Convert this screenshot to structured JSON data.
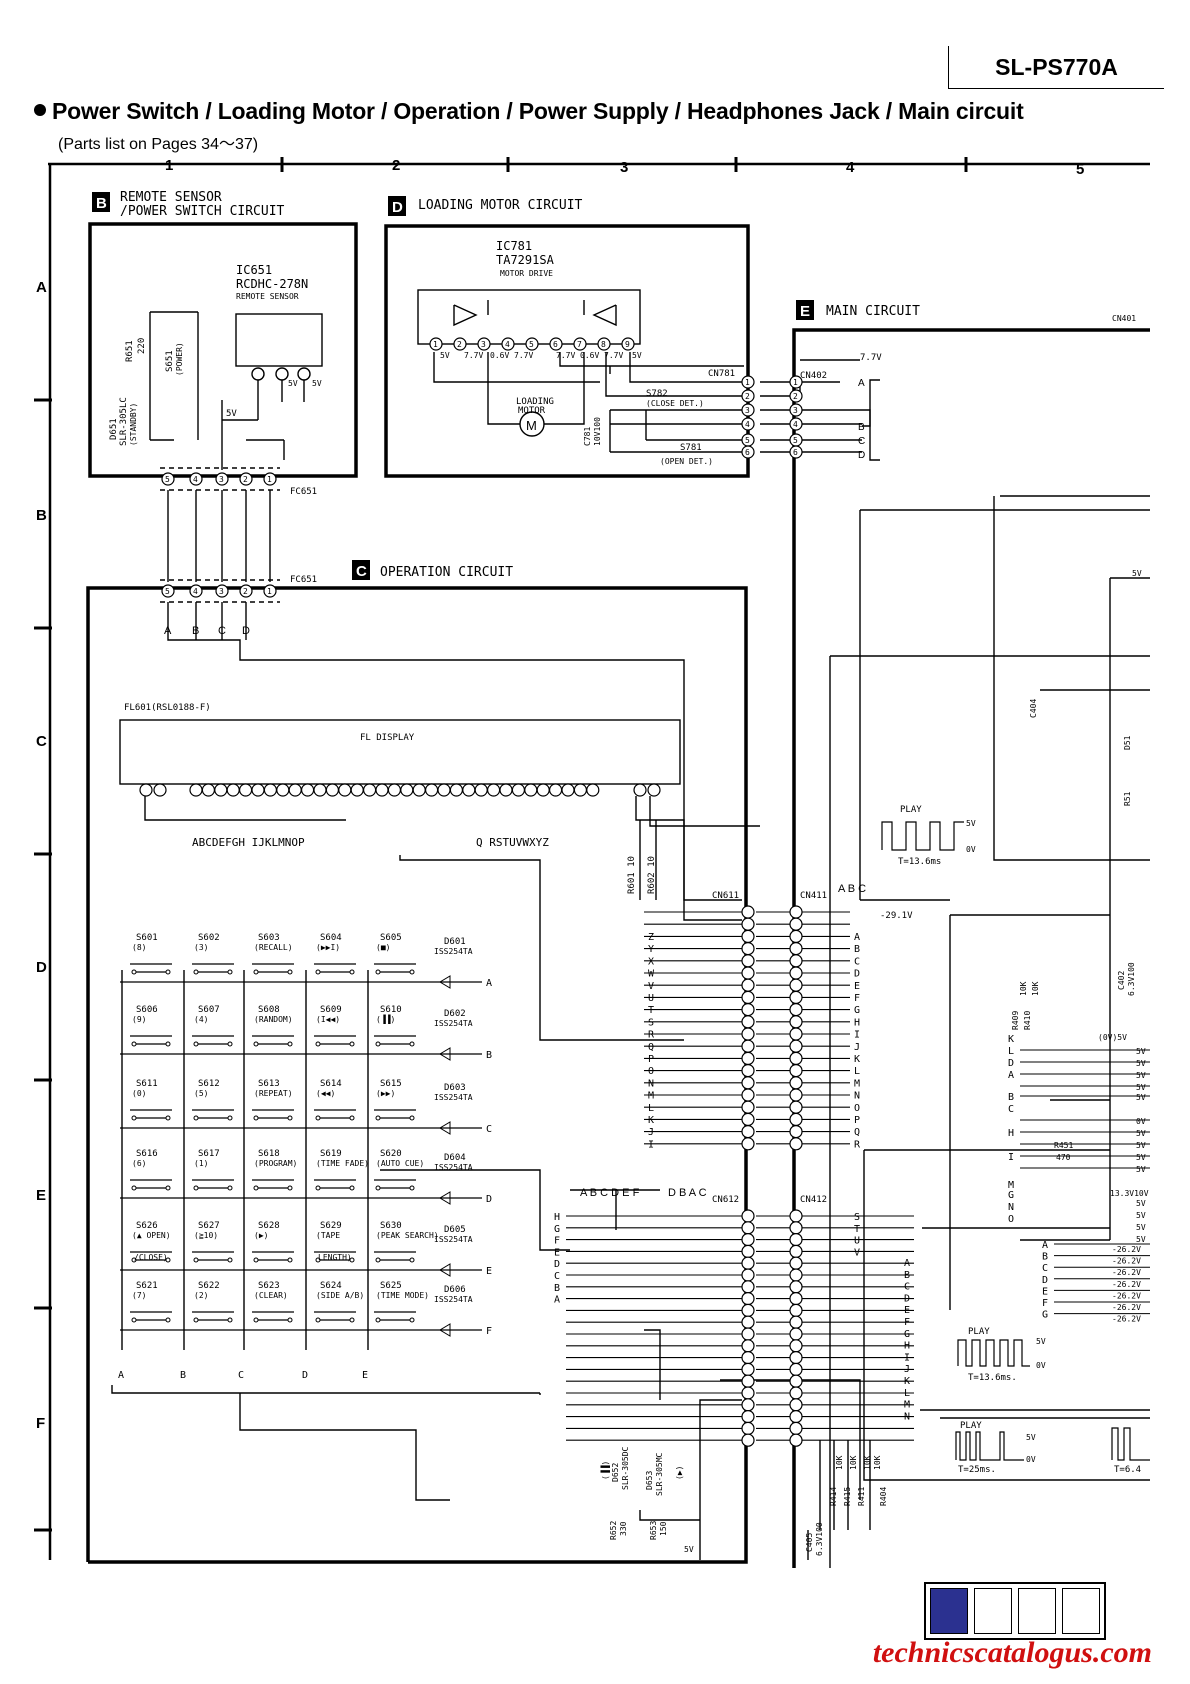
{
  "header": {
    "model": "SL-PS770A"
  },
  "title": "Power Switch / Loading Motor / Operation / Power Supply / Headphones Jack / Main circuit",
  "subtitle": "(Parts list on Pages 34～37)",
  "grid": {
    "columns": [
      "1",
      "2",
      "3",
      "4",
      "5"
    ],
    "rows": [
      "A",
      "B",
      "C",
      "D",
      "E",
      "F"
    ]
  },
  "blocks": {
    "B": {
      "letter": "B",
      "line1": "REMOTE SENSOR",
      "line2": "/POWER SWITCH CIRCUIT",
      "ic": "IC651",
      "ic_part": "RCDHC-278N",
      "ic_func": "REMOTE SENSOR",
      "r651": "R651",
      "r651_val": "220",
      "s651": "S651",
      "s651_func": "(POWER)",
      "d651": "D651",
      "d651_part": "SLR-305LC",
      "d651_func": "(STANDBY)",
      "v5": "5V",
      "fc": "FC651",
      "pins": [
        "5",
        "4",
        "3",
        "2",
        "1"
      ]
    },
    "D": {
      "letter": "D",
      "label": "LOADING MOTOR CIRCUIT",
      "ic": "IC781",
      "ic_part": "TA7291SA",
      "ic_func": "MOTOR DRIVE",
      "ic_pins": [
        "1",
        "2",
        "3",
        "4",
        "5",
        "6",
        "7",
        "8",
        "9"
      ],
      "pin_volts": [
        "5V",
        "7.7V",
        "0.6V",
        "7.7V",
        "7.7V",
        "0.6V",
        "7.7V",
        "5V"
      ],
      "motor1": "LOADING",
      "motor2": "MOTOR",
      "motor_sym": "M",
      "c781": "C781",
      "c781_val": "10V100",
      "s782": "S782",
      "s782_func": "(CLOSE DET.)",
      "s781": "S781",
      "s781_func": "(OPEN DET.)",
      "cn": "CN781",
      "cn_pins": [
        "1",
        "2",
        "3",
        "4",
        "5",
        "6"
      ]
    },
    "E": {
      "letter": "E",
      "label": "MAIN CIRCUIT",
      "cn402": "CN402",
      "cn401": "CN401",
      "v77": "7.7V",
      "abcd": [
        "A",
        "B",
        "C",
        "D"
      ],
      "cn402_pins": [
        "1",
        "2",
        "3",
        "4",
        "5",
        "6"
      ]
    },
    "C": {
      "letter": "C",
      "label": "OPERATION CIRCUIT",
      "fc": "FC651",
      "abcd": [
        "A",
        "B",
        "C",
        "D"
      ],
      "fl": "FL601(RSL0188-F)",
      "fl_display": "FL DISPLAY",
      "fl_letters1": "ABCDEFGH IJKLMNOP",
      "fl_letters2": "Q RSTUVWXYZ",
      "r601": "R601 10",
      "r602": "R602 10",
      "cn611": "CN611",
      "cn411": "CN411",
      "cn612": "CN612",
      "cn412": "CN412",
      "abc": "A B C",
      "abcdef": "A B C D E F",
      "dbac": "D B A C"
    }
  },
  "switches": [
    [
      "S601",
      "(8)"
    ],
    [
      "S602",
      "(3)"
    ],
    [
      "S603",
      "(RECALL)"
    ],
    [
      "S604",
      "(▶▶I)"
    ],
    [
      "S605",
      "(■)"
    ],
    [
      "S606",
      "(9)"
    ],
    [
      "S607",
      "(4)"
    ],
    [
      "S608",
      "(RANDOM)"
    ],
    [
      "S609",
      "(I◀◀)"
    ],
    [
      "S610",
      "(▐▐)"
    ],
    [
      "S611",
      "(0)"
    ],
    [
      "S612",
      "(5)"
    ],
    [
      "S613",
      "(REPEAT)"
    ],
    [
      "S614",
      "(◀◀)"
    ],
    [
      "S615",
      "(▶▶)"
    ],
    [
      "S616",
      "(6)"
    ],
    [
      "S617",
      "(1)"
    ],
    [
      "S618",
      "(PROGRAM)"
    ],
    [
      "S619",
      "(TIME FADE)"
    ],
    [
      "S620",
      "(AUTO CUE)"
    ],
    [
      "S626",
      "(▲ OPEN)"
    ],
    [
      "S627",
      "(≧10)"
    ],
    [
      "S628",
      "(▶)"
    ],
    [
      "S629",
      "(TAPE"
    ],
    [
      "S630",
      "(PEAK SEARCH)"
    ],
    [
      "S621",
      "(7)"
    ],
    [
      "S622",
      "(2)"
    ],
    [
      "S623",
      "(CLEAR)"
    ],
    [
      "S624",
      "(SIDE A/B)"
    ],
    [
      "S625",
      "(TIME MODE)"
    ]
  ],
  "switch_extra": {
    "s626b": "/CLOSE)",
    "s629b": "LENGTH)"
  },
  "diodes": [
    [
      "D601",
      "ISS254TA",
      "A"
    ],
    [
      "D602",
      "ISS254TA",
      "B"
    ],
    [
      "D603",
      "ISS254TA",
      "C"
    ],
    [
      "D604",
      "ISS254TA",
      "D"
    ],
    [
      "D605",
      "ISS254TA",
      "E"
    ],
    [
      "D606",
      "ISS254TA",
      "F"
    ]
  ],
  "matrix_cols": [
    "A",
    "B",
    "C",
    "D",
    "E"
  ],
  "cn611_left": [
    "Z",
    "Y",
    "X",
    "W",
    "V",
    "U",
    "T",
    "S",
    "R",
    "Q",
    "P",
    "O",
    "N",
    "M",
    "L",
    "K",
    "J",
    "I"
  ],
  "cn411_right": [
    "A",
    "B",
    "C",
    "D",
    "E",
    "F",
    "G",
    "H",
    "I",
    "J",
    "K",
    "L",
    "M",
    "N",
    "O",
    "P",
    "Q",
    "R"
  ],
  "cn612_left": [
    "H",
    "G",
    "F",
    "E",
    "D",
    "C",
    "B",
    "A"
  ],
  "cn412_right": [
    "S",
    "T",
    "U",
    "V"
  ],
  "cn412_right2": [
    "A",
    "B",
    "C",
    "D",
    "E",
    "F",
    "G",
    "H",
    "I",
    "J",
    "K",
    "L",
    "M",
    "N"
  ],
  "leds": {
    "d652": "D652",
    "d652_part": "SLR-305DC",
    "d652_func": "(▐▐)",
    "d653": "D653",
    "d653_part": "SLR-305MC",
    "d653_func": "(▶)",
    "r652": "R652",
    "r652_val": "330",
    "r653": "R653",
    "r653_val": "150",
    "v5": "5V"
  },
  "resistors": {
    "r414": "R414",
    "r415": "R415",
    "r411": "R411",
    "r404": "R404",
    "k10": "10K",
    "c405": "C405",
    "c405_val": "6.3V100",
    "c404": "C404",
    "c402": "C402",
    "c402_val": "6.3V100",
    "r409": "R409",
    "r410": "R410",
    "r451": "R451",
    "r451_val": "470",
    "d51": "D51",
    "r51": "R51"
  },
  "waveforms": {
    "play": "PLAY",
    "v5": "5V",
    "v0": "0V",
    "t1": "T=13.6ms",
    "t2": "T=13.6ms.",
    "t3": "T=25ms.",
    "t4": "T=6.4"
  },
  "volts": {
    "m291": "-29.1V",
    "v5": "5V",
    "v0": "0V",
    "v0_5": "(0V)5V",
    "v13": "13.3V10V",
    "m262": "-26.2V"
  },
  "right_pins": [
    "K",
    "L",
    "D",
    "A",
    "B",
    "C",
    "H",
    "I",
    "M",
    "G",
    "N",
    "O"
  ],
  "right_pins2": [
    "A",
    "B",
    "C",
    "D",
    "E",
    "F",
    "G"
  ],
  "watermark": "technicscatalogus.com"
}
